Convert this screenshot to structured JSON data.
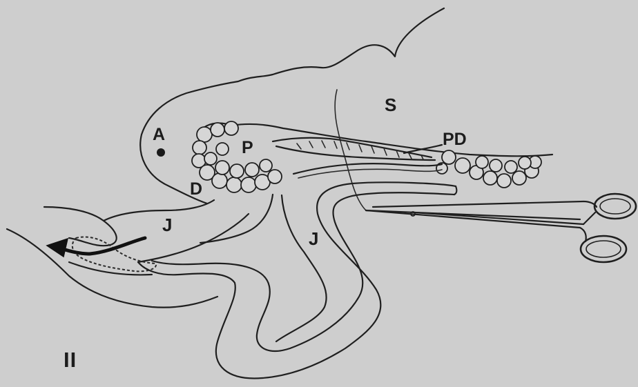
{
  "figure": {
    "panel_label": "II",
    "labels": {
      "stomach": "S",
      "pancreatic_duct": "PD",
      "pancreas": "P",
      "ampulla": "A",
      "duodenum": "D",
      "jejunum_left": "J",
      "jejunum_right": "J"
    }
  }
}
